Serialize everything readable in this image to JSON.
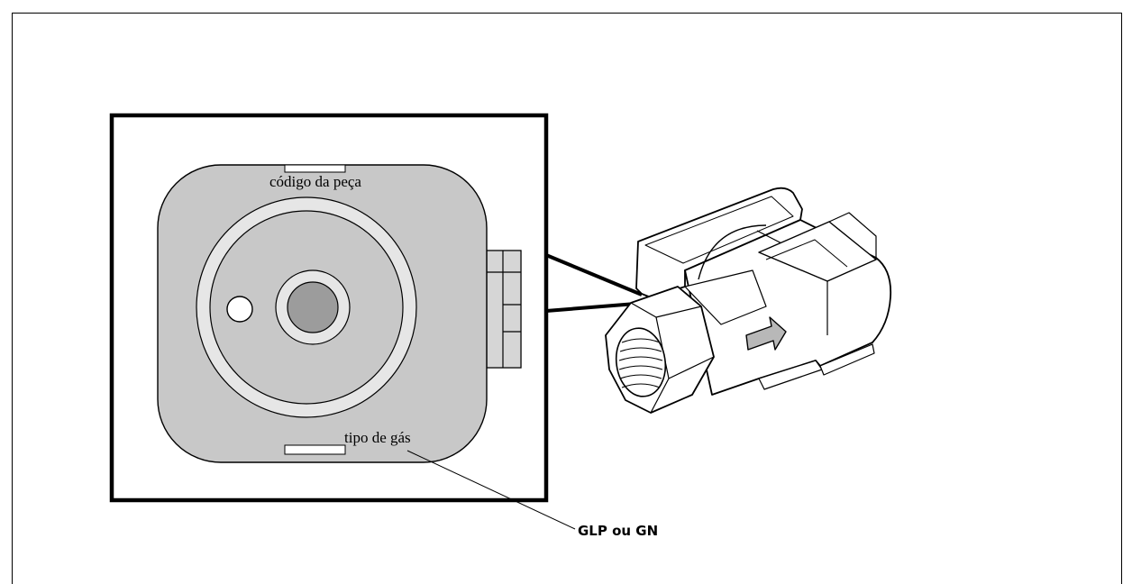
{
  "labels": {
    "part_code": "código da peça",
    "gas_type": "tipo de gás",
    "gas_options": "GLP ou GN"
  },
  "colors": {
    "face_fill": "#c8c8c8",
    "ring_fill": "#e6e6e6",
    "center_fill": "#9c9c9c",
    "stroke": "#000000"
  }
}
